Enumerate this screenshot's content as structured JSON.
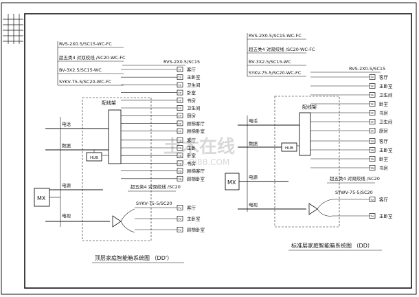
{
  "left": {
    "cables": [
      "RVS-2X0.5/SC15-WC-FC",
      "超五类4 对双绞线 /SC20-WC-FC",
      "BV-3X2.5/SC15-WC",
      "SYKV-75-5/SC20-WC-FC"
    ],
    "distbox": "配线架",
    "hub": "HUB",
    "mx": "MX",
    "inputs": [
      "电话",
      "数据",
      "电源",
      "电视"
    ],
    "rvs_label": "RVS-2X0.5/SC15",
    "tel_rooms": [
      "客厅",
      "主卧室",
      "卫生间",
      "卧室",
      "书房",
      "卫生间",
      "厨房",
      "顾梯客厅",
      "顾梯卧室"
    ],
    "data_rooms": [
      "客厅",
      "主卧",
      "卧室",
      "书房",
      "顾梯客厅",
      "顾梯卧室"
    ],
    "utp_label": "超五类4 对双绞线 /SC20",
    "syv_label": "SYKV-75-5/SC20",
    "tv_rooms": [
      "客厅",
      "主卧室",
      "顾梯卧室"
    ],
    "caption": "顶层家庭智能箱系统图 （DD'）"
  },
  "right": {
    "cables": [
      "RVS-2X0.5/SC15-WC-FC",
      "超五类4 对双绞线 /SC20-WC-FC",
      "BV-3X2.5/SC15-WC",
      "SYKV-75-5/SC20-WC-FC"
    ],
    "distbox": "配线架",
    "hub": "HUB",
    "mx": "MX",
    "inputs": [
      "电话",
      "数据",
      "电源",
      "电视"
    ],
    "rvs_label": "RVS-2X0.5/SC15",
    "tel_rooms": [
      "客厅",
      "主卧室",
      "卫生间",
      "卧室",
      "书房",
      "卫生间",
      "厨房"
    ],
    "data_rooms": [
      "客厅",
      "主卧室",
      "卧室",
      "书房"
    ],
    "utp_label": "超五类4 对双绞线 /SC20",
    "syv_label": "SYWV-75-5/SC20",
    "tv_rooms": [
      "客厅",
      "主卧室"
    ],
    "caption": "标准层家庭智能箱系统图 （DD）"
  },
  "tp": "TP",
  "td": "TD",
  "tv": "TV",
  "watermark": "土木在线",
  "watermark_sub": "COI88.COM"
}
